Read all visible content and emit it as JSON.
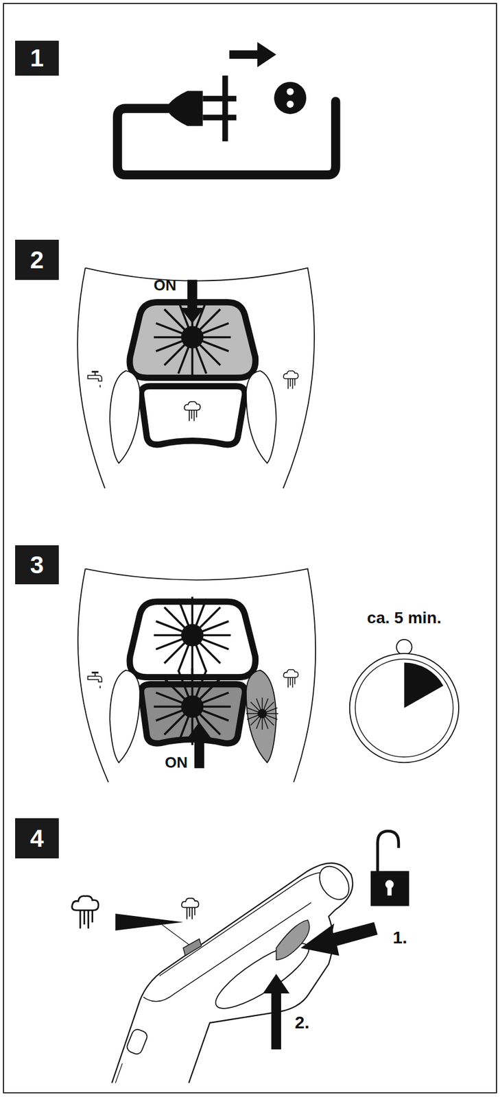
{
  "diagram": {
    "nodes": [
      {
        "text": [
          "1"
        ]
      },
      {
        "text": [
          "2"
        ]
      },
      {
        "text": [
          "3"
        ]
      },
      {
        "text": [
          "4"
        ]
      }
    ],
    "edges": [],
    "labels": [
      "ON",
      "ON",
      "ca. 5 min.",
      "1.",
      "2."
    ]
  }
}
